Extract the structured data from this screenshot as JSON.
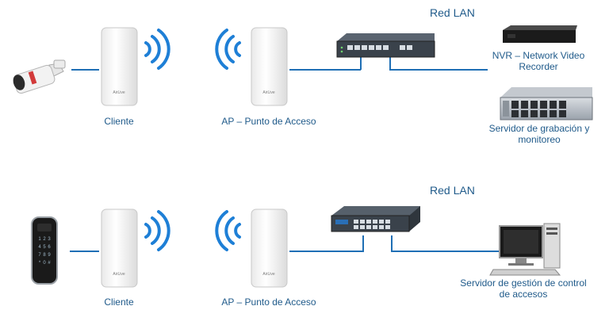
{
  "rows": [
    {
      "network_title": "Red LAN",
      "client_label": "Cliente",
      "ap_label": "AP – Punto de Acceso",
      "device_a_label": "NVR – Network Video Recorder",
      "device_b_label": "Servidor de grabación y monitoreo",
      "source_device": "bullet-camera-icon",
      "client_device": "cpe-antenna-icon",
      "ap_device": "cpe-antenna-icon",
      "switch_device": "network-switch-icon"
    },
    {
      "network_title": "Red LAN",
      "client_label": "Cliente",
      "ap_label": "AP – Punto de Acceso",
      "device_a_label": "Servidor de gestión de control de accesos",
      "source_device": "keypad-reader-icon",
      "client_device": "cpe-antenna-icon",
      "ap_device": "cpe-antenna-icon",
      "switch_device": "network-switch-icon"
    }
  ],
  "colors": {
    "line": "#1f6fb5",
    "wifi": "#1e7fd6",
    "text": "#1f5a8a"
  }
}
